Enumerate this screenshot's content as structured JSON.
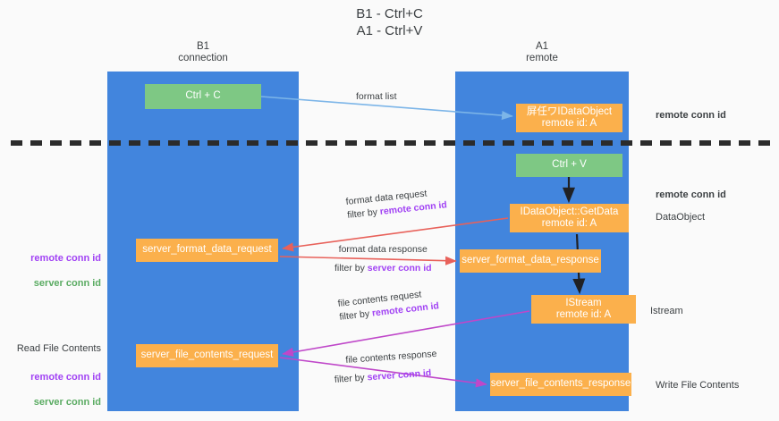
{
  "title": "B1 - Ctrl+C\nA1 - Ctrl+V",
  "lanes": [
    {
      "id": "b1",
      "header": "B1\nconnection",
      "color": "#4285dd"
    },
    {
      "id": "a1",
      "header": "A1\nremote",
      "color": "#4285dd"
    }
  ],
  "nodes": {
    "ctrl_c": "Ctrl + C",
    "idataobject": "屏任ワIDataObject\nremote id: A",
    "ctrl_v": "Ctrl + V",
    "getdata": "IDataObject::GetData\nremote id: A",
    "server_format_data_request": "server_format_data_request",
    "server_format_data_response": "server_format_data_response",
    "istream": "IStream\nremote id: A",
    "server_file_contents_request": "server_file_contents_request",
    "server_file_contents_response": "server_file_contents_response"
  },
  "edge_labels": {
    "format_list": "format list",
    "format_data_request": "format data request",
    "format_data_request_filter_prefix": "filter by ",
    "format_data_request_filter_key": "remote conn id",
    "format_data_response": "format data response",
    "format_data_response_filter_prefix": "filter by ",
    "format_data_response_filter_key": "server conn id",
    "file_contents_request": "file contents request",
    "file_contents_request_filter_prefix": "filter by ",
    "file_contents_request_filter_key": "remote conn id",
    "file_contents_response": "file contents response",
    "file_contents_response_filter_prefix": "filter by ",
    "file_contents_response_filter_key": "server conn id"
  },
  "annotations": {
    "right_remote_conn_id_top": "remote conn id",
    "right_remote_conn_id_mid": "remote conn id",
    "right_dataobject": "DataObject",
    "right_istream": "Istream",
    "right_write_file_contents": "Write File Contents",
    "left_remote_conn_id": "remote conn id",
    "left_server_conn_id": "server conn id",
    "left_read_file_contents": "Read File Contents",
    "left_remote_conn_id_2": "remote conn id",
    "left_server_conn_id_2": "server conn id"
  },
  "colors": {
    "lane": "#4285dd",
    "node_green": "#7ec884",
    "node_orange": "#fbb04c",
    "accent_purple": "#a142f4",
    "accent_green": "#5aab62",
    "arrow_blue": "#7cb5e8",
    "arrow_red": "#e8615a",
    "arrow_magenta": "#c councilor",
    "arrow_black": "#202124",
    "divider": "#2b2b2b",
    "background": "#fafafa"
  }
}
